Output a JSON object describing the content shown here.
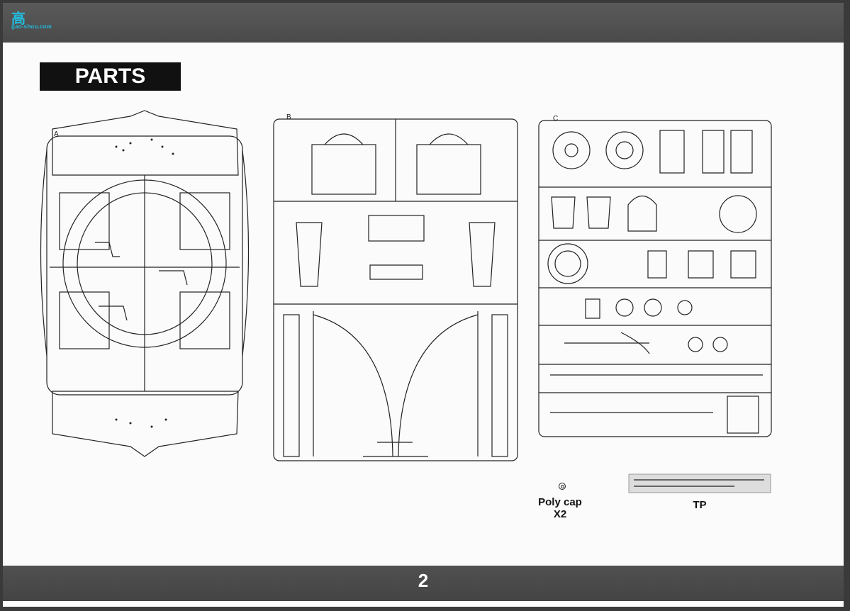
{
  "header": {
    "logo_cn": "高",
    "logo_url": "gao-shou.com"
  },
  "title": "PARTS",
  "sprues": [
    {
      "id": "A",
      "label": "A"
    },
    {
      "id": "B",
      "label": "B"
    },
    {
      "id": "C",
      "label": "C"
    }
  ],
  "extras": {
    "polycap_label": "Poly cap",
    "polycap_qty": "X2",
    "tp_label": "TP"
  },
  "footer": {
    "page_number": "2"
  },
  "colors": {
    "band": "#4a4a4a",
    "ink": "#222222",
    "paper": "#fbfbfb"
  }
}
